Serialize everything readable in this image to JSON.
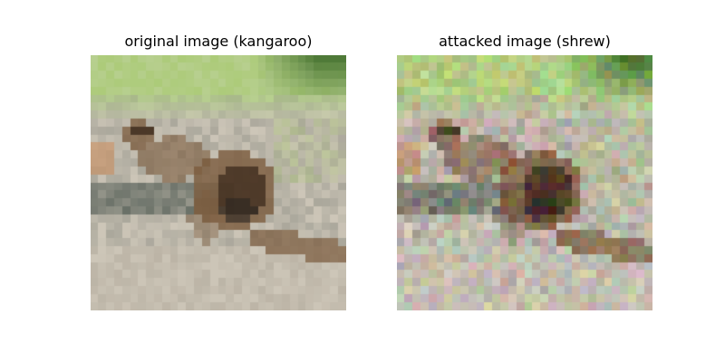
{
  "figure": {
    "panels": [
      {
        "title": "original image (kangaroo)",
        "label": "kangaroo",
        "perturbed": false
      },
      {
        "title": "attacked image (shrew)",
        "label": "shrew",
        "perturbed": true
      }
    ]
  },
  "palette": {
    "grass_light": "#b7cf8f",
    "grass_bright": "#a5c86a",
    "grass_dark": "#4f7a38",
    "ground": "#cdc6b8",
    "ground_dark": "#a9a193",
    "rock_grey": "#8e8e84",
    "animal_brown": "#7a5a3c",
    "animal_dark": "#3c2a1c",
    "animal_shadow": "#2a2520",
    "teal_dark": "#2f3e38",
    "orange_patch": "#c8946a"
  }
}
